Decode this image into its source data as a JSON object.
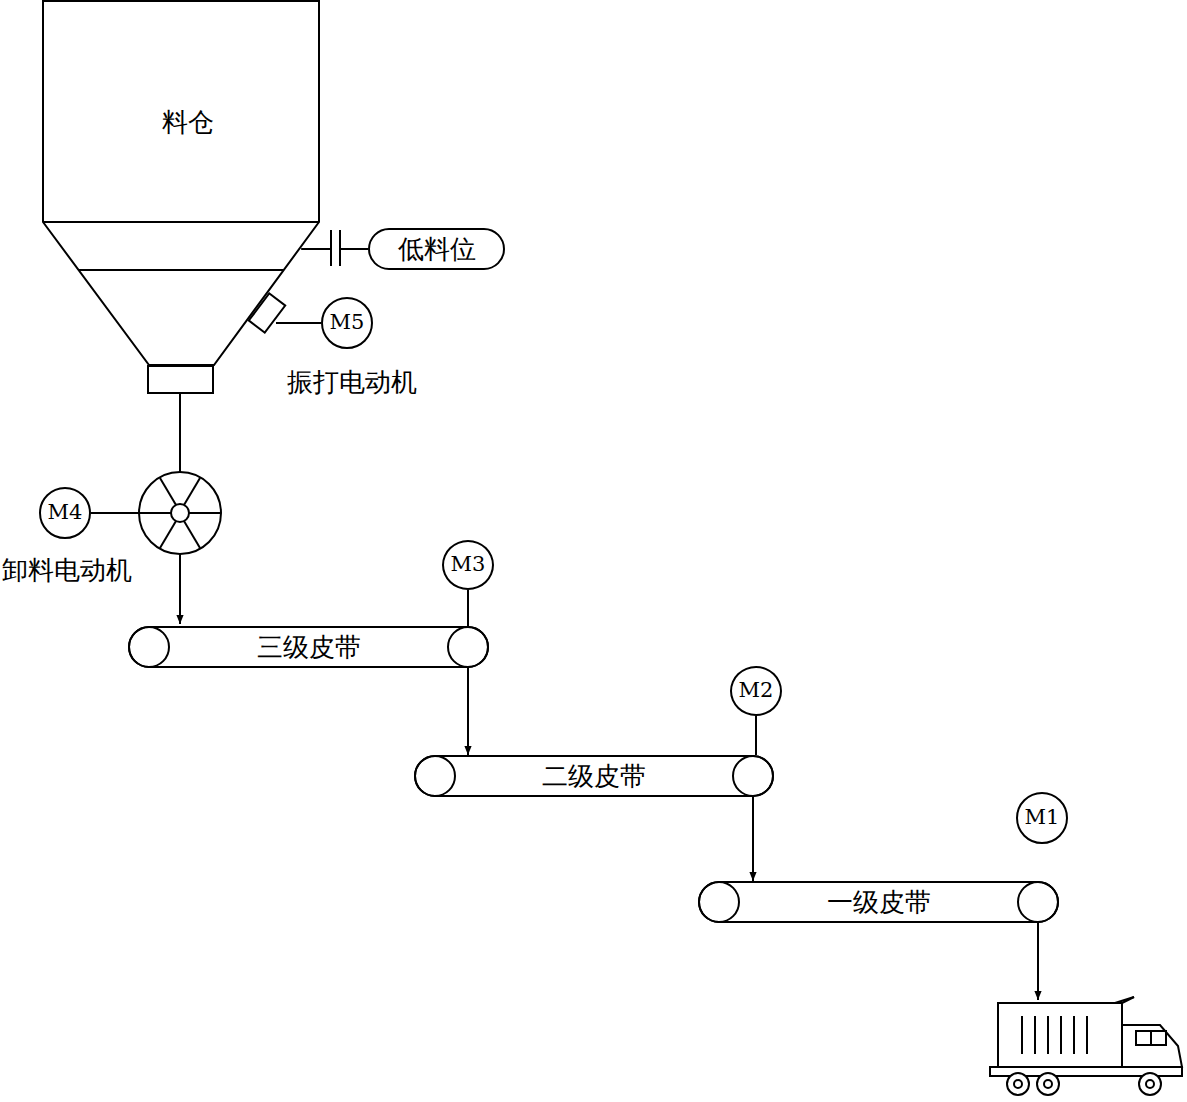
{
  "diagram": {
    "nodes": [
      {
        "text": [
          "料仓"
        ]
      },
      {
        "text": [
          "低料位"
        ]
      },
      {
        "text": [
          "M5"
        ]
      },
      {
        "text": [
          "M4"
        ]
      },
      {
        "text": [
          "M3"
        ]
      },
      {
        "text": [
          "三级皮带"
        ]
      },
      {
        "text": [
          "M2"
        ]
      },
      {
        "text": [
          "二级皮带"
        ]
      },
      {
        "text": [
          "M1"
        ]
      },
      {
        "text": [
          "一级皮带"
        ]
      }
    ],
    "edges": [
      {
        "from": 0,
        "to": 1,
        "arrow": "none"
      },
      {
        "from": 4,
        "to": 5,
        "arrow": "none"
      },
      {
        "from": 5,
        "to": 7,
        "arrow": "to"
      },
      {
        "from": 6,
        "to": 7,
        "arrow": "none"
      },
      {
        "from": 7,
        "to": 9,
        "arrow": "to"
      }
    ],
    "labels": [
      "振打电动机",
      "卸料电动机"
    ]
  }
}
